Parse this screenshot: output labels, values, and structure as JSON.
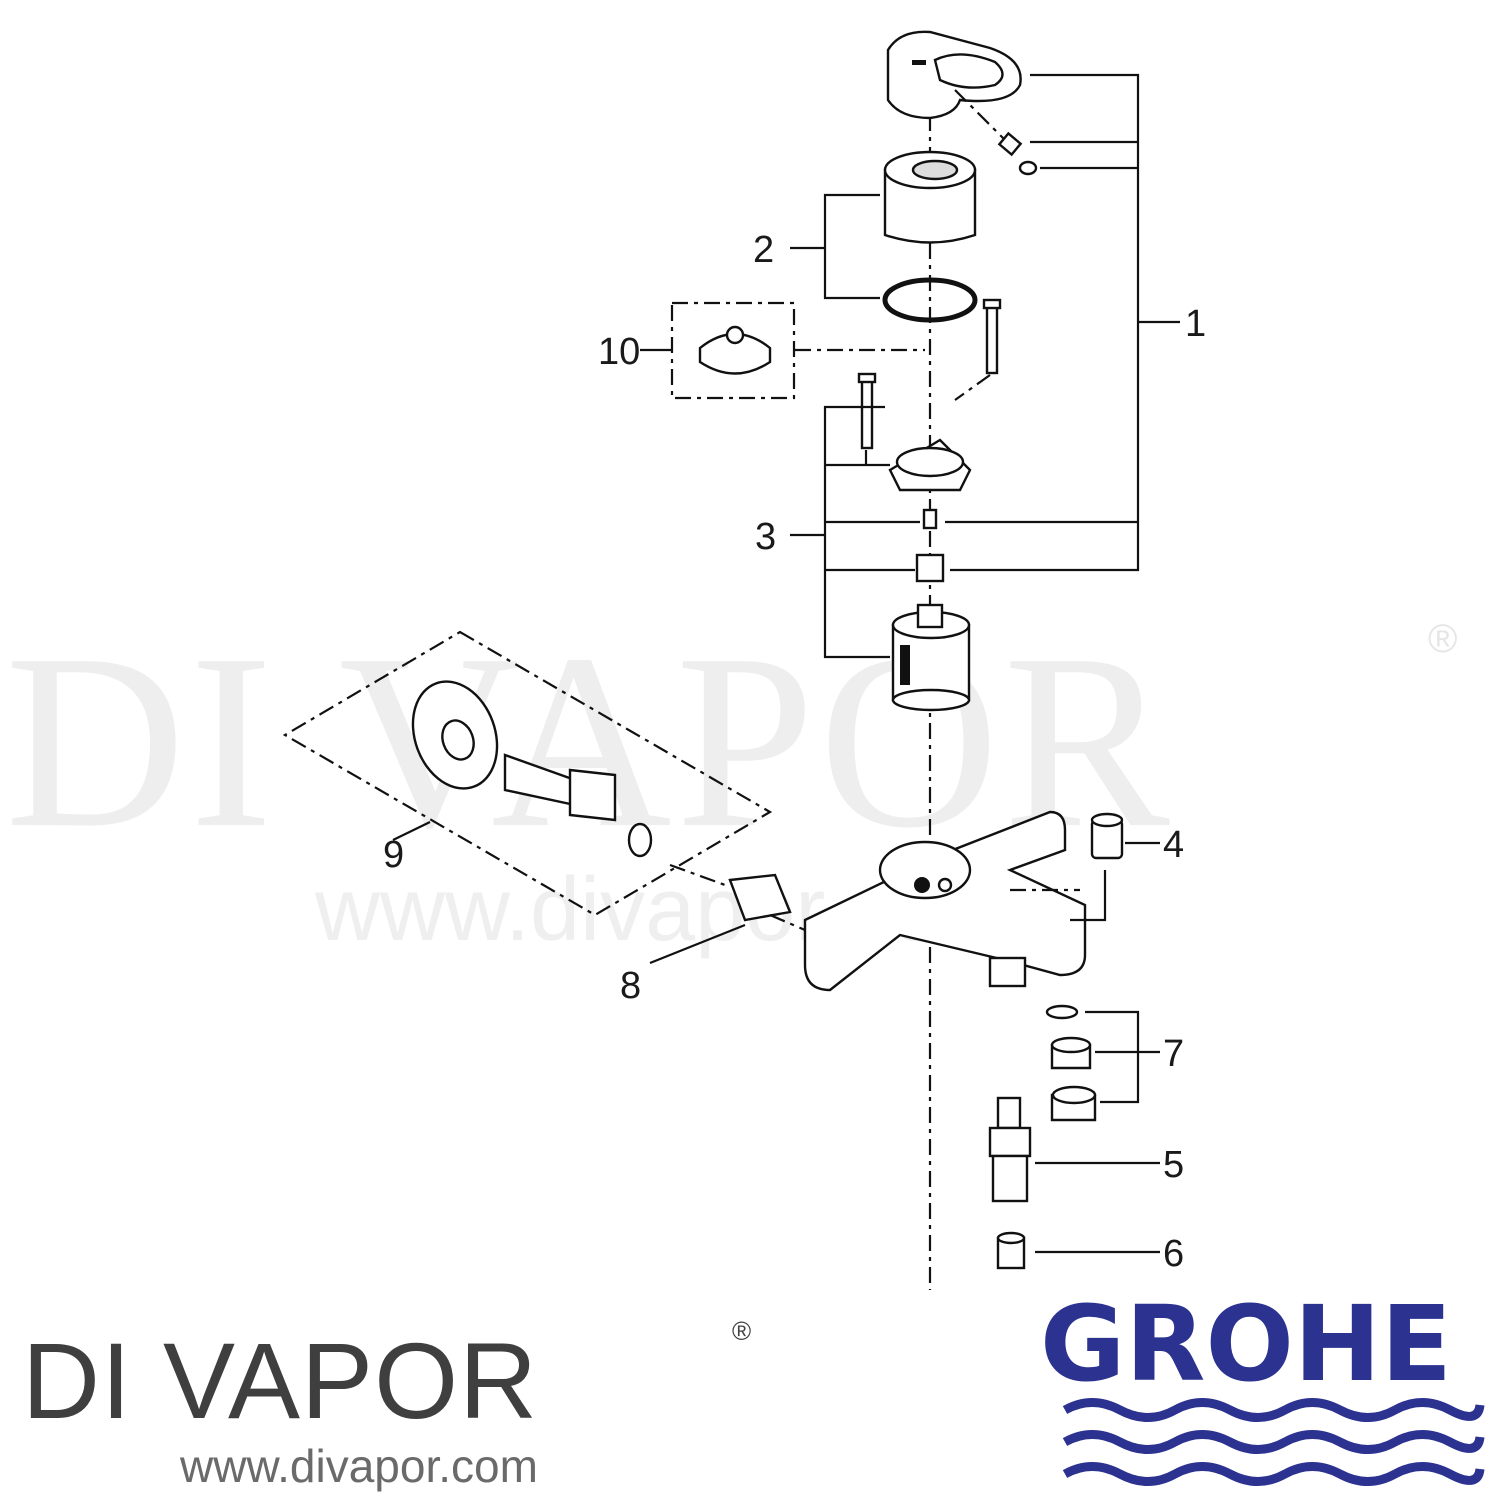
{
  "watermark": {
    "text": "DI VAPOR",
    "registered": "®",
    "url": "www.divapor.com"
  },
  "callouts": [
    "1",
    "2",
    "3",
    "4",
    "5",
    "6",
    "7",
    "8",
    "9",
    "10"
  ],
  "footer": {
    "brand": "DI VAPOR",
    "registered": "®",
    "url": "www.divapor.com"
  },
  "logo": {
    "text": "GROHE",
    "color": "#2b3290"
  }
}
